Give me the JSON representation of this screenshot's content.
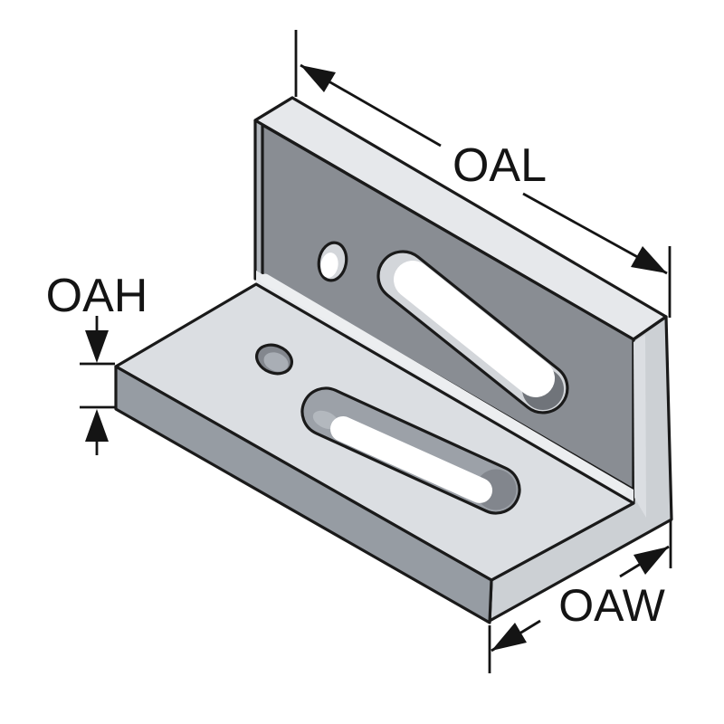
{
  "diagram": {
    "title": "angle-bracket-isometric-drawing",
    "subject": "L-shaped slotted angle bracket",
    "labels": {
      "oal": "OAL",
      "oah": "OAH",
      "oaw": "OAW"
    },
    "colors": {
      "background": "#ffffff",
      "outline": "#1a1a1a",
      "dimension_ink": "#141414",
      "flange_front": "#898d93",
      "flange_top_edge": "#e6e8eb",
      "flange_left_end": "#afb4ba",
      "right_end_face": "#ccd0d4",
      "right_end_highlight": "#dbdee2",
      "bend_fillet": "#e8eaed",
      "base_top": "#dbdee2",
      "base_front": "#969ca3",
      "slot_wall_light": "#d3d6da",
      "slot_wall_dark": "#70747a",
      "base_slot_wall": "#9ca1a8",
      "hole_interior": "#83878e",
      "through_hole": "#ffffff"
    }
  }
}
